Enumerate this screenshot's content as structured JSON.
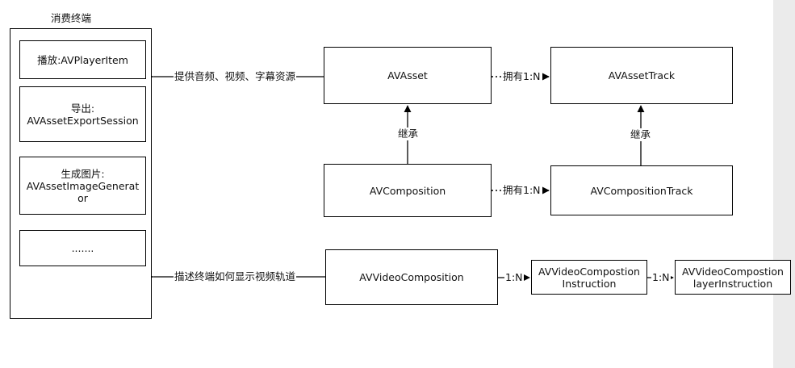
{
  "consumer": {
    "title": "消费终端",
    "items": [
      {
        "lines": [
          "播放:AVPlayerItem"
        ]
      },
      {
        "lines": [
          "导出:",
          "AVAssetExportSession"
        ]
      },
      {
        "lines": [
          "生成图片:",
          "AVAssetImageGenerat",
          "or"
        ]
      },
      {
        "lines": [
          "......."
        ]
      }
    ]
  },
  "nodes": {
    "av_asset": "AVAsset",
    "av_asset_track": "AVAssetTrack",
    "av_composition": "AVComposition",
    "av_composition_track": "AVCompositionTrack",
    "av_video_composition": "AVVideoComposition",
    "instruction": [
      "AVVideoCompostion",
      "Instruction"
    ],
    "layer_instruction": [
      "AVVideoCompostion",
      "layerInstruction"
    ]
  },
  "edges": {
    "provide_resources": "提供音频、视频、字幕资源",
    "describe_display": "描述终端如何显示视频轨道",
    "asset_owns_track": "拥有1:N",
    "composition_owns_track": "拥有1:N",
    "inherit_asset": "继承",
    "inherit_track": "继承",
    "video_to_instruction": "1:N",
    "instruction_to_layer": "1:N"
  }
}
